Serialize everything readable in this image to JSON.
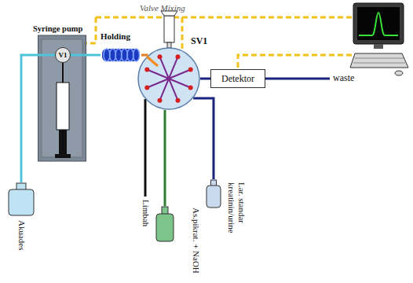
{
  "diagram": {
    "nodes": [
      {
        "text": [
          "Syringe pump"
        ]
      },
      {
        "text": [
          "V1"
        ],
        "in": 0
      },
      {
        "text": [
          "Holding"
        ]
      },
      {
        "text": [
          "SV1"
        ]
      },
      {
        "text": [
          "Detektor"
        ]
      },
      {
        "text": [
          "Akuades"
        ]
      },
      {
        "text": [
          "As.pikrat. + NaOH"
        ]
      },
      {
        "text": [
          "Lar. standar kreatinin/urine"
        ]
      }
    ],
    "edges": [
      {
        "from": 5,
        "to": 1,
        "arrow": "none"
      },
      {
        "from": 1,
        "to": 2,
        "arrow": "none"
      },
      {
        "from": 2,
        "to": 3,
        "arrow": "none"
      },
      {
        "from": 3,
        "to": 4,
        "arrow": "none"
      },
      {
        "from": 6,
        "to": 3,
        "arrow": "none"
      },
      {
        "from": 7,
        "to": 3,
        "arrow": "none"
      }
    ],
    "labels": [
      "Valve Mixing",
      "Limbah",
      "waste"
    ]
  }
}
